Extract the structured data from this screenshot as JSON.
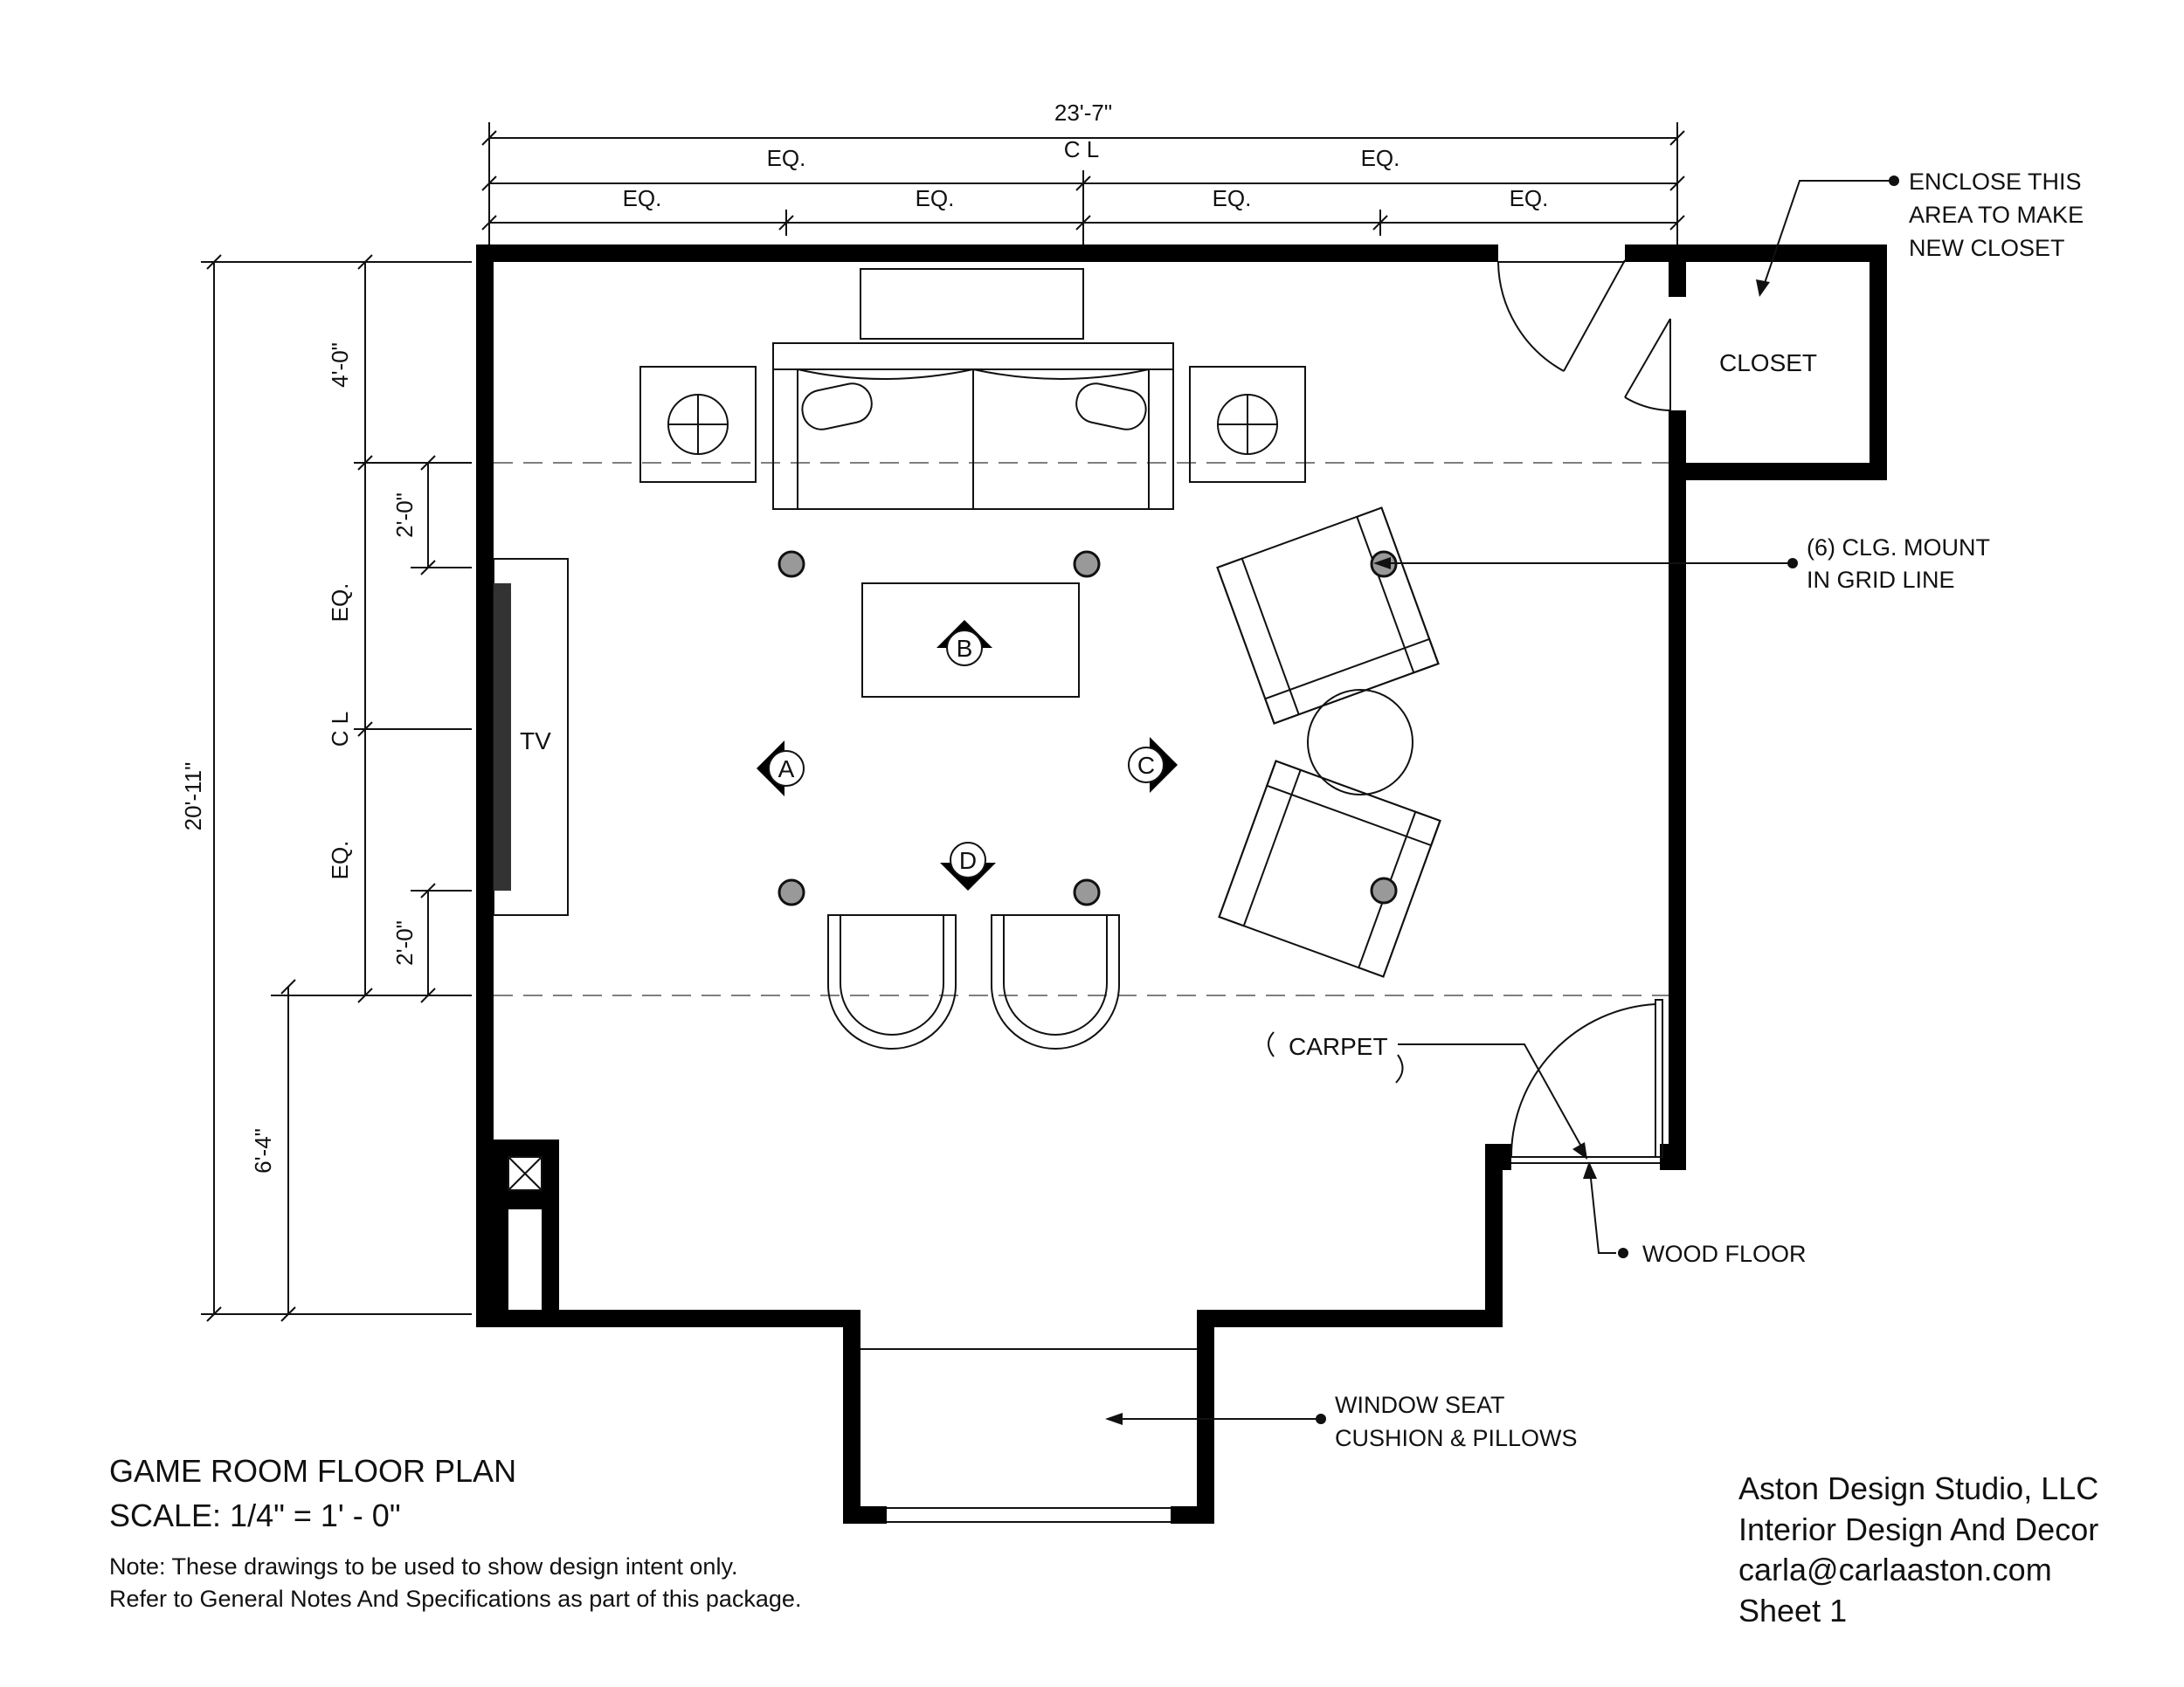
{
  "dimensions": {
    "overall_width": "23'-7\"",
    "eq": "EQ.",
    "centerline": "C L",
    "overall_depth": "20'-11\"",
    "top_offset": "4'-0\"",
    "two_ft": "2'-0\"",
    "bottom_offset": "6'-4\""
  },
  "labels": {
    "closet": "CLOSET",
    "tv": "TV",
    "carpet": "CARPET",
    "markers": [
      "A",
      "B",
      "C",
      "D"
    ]
  },
  "callouts": {
    "enclose": [
      "ENCLOSE THIS",
      "AREA TO MAKE",
      "NEW CLOSET"
    ],
    "ceiling_mount": [
      "(6) CLG. MOUNT",
      "IN GRID LINE"
    ],
    "wood_floor": "WOOD FLOOR",
    "window_seat": [
      "WINDOW SEAT",
      "CUSHION & PILLOWS"
    ]
  },
  "title_block": {
    "title": "GAME ROOM FLOOR PLAN",
    "scale": "SCALE: 1/4\" = 1' - 0\"",
    "note_1": "Note: These drawings to be used to show design intent only.",
    "note_2": "Refer to General Notes And Specifications as part of this package."
  },
  "studio": {
    "name": "Aston Design Studio, LLC",
    "tagline": "Interior Design And Decor",
    "email": "carla@carlaaston.com",
    "sheet": "Sheet 1"
  }
}
